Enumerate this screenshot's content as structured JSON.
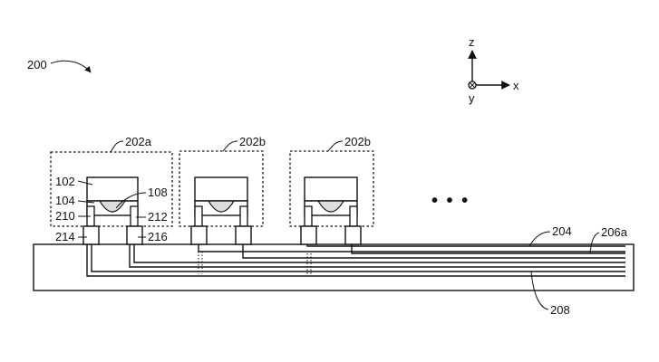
{
  "figure": {
    "ref_label": "200",
    "axes": {
      "z": "z",
      "x": "x",
      "y": "y"
    },
    "ellipsis": "• • •",
    "cells": [
      {
        "label": "202a"
      },
      {
        "label": "202b"
      },
      {
        "label": "202b"
      }
    ],
    "labels": {
      "l102": "102",
      "l104": "104",
      "l210": "210",
      "l214": "214",
      "l108": "108",
      "l212": "212",
      "l216": "216",
      "l204": "204",
      "l206a": "206a",
      "l208": "208"
    },
    "colors": {
      "line": "#111111",
      "background": "#ffffff",
      "fill": "#dcdcdc"
    }
  }
}
